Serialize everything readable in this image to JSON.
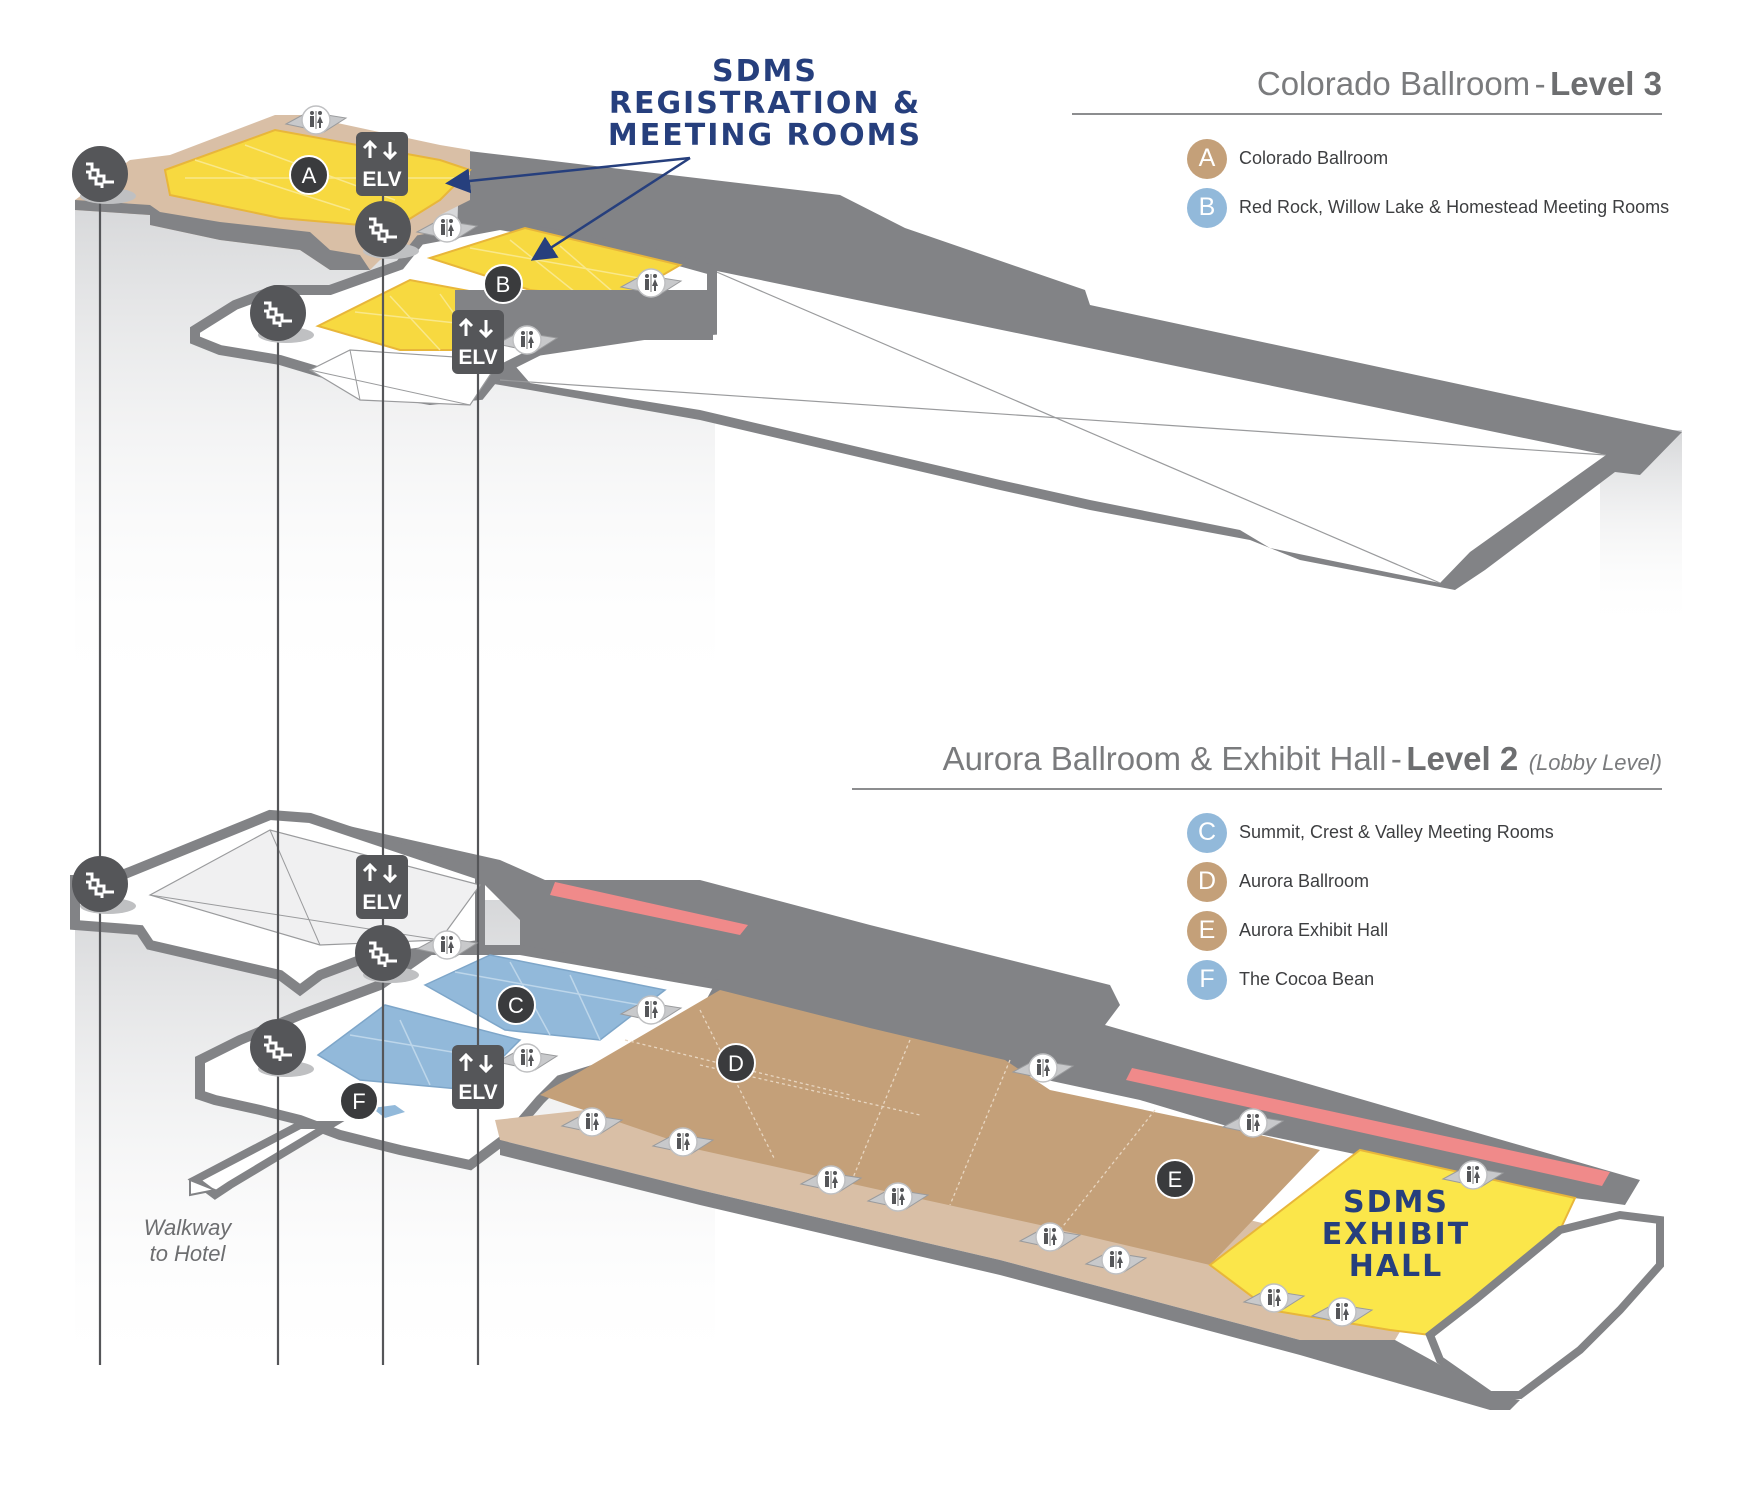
{
  "level3": {
    "name": "Colorado Ballroom",
    "separator": "-",
    "level": "Level 3",
    "legend": [
      {
        "letter": "A",
        "label": "Colorado Ballroom",
        "color": "#c4a079"
      },
      {
        "letter": "B",
        "label": "Red Rock, Willow Lake & Homestead Meeting Rooms",
        "color": "#92b9da"
      }
    ]
  },
  "level2": {
    "name": "Aurora Ballroom & Exhibit Hall",
    "separator": "-",
    "level": "Level 2",
    "note": "(Lobby Level)",
    "legend": [
      {
        "letter": "C",
        "label": "Summit, Crest & Valley Meeting Rooms",
        "color": "#92b9da"
      },
      {
        "letter": "D",
        "label": "Aurora Ballroom",
        "color": "#c4a079"
      },
      {
        "letter": "E",
        "label": "Aurora Exhibit Hall",
        "color": "#c4a079"
      },
      {
        "letter": "F",
        "label": "The Cocoa Bean",
        "color": "#92b9da"
      }
    ]
  },
  "callouts": {
    "registration": [
      "SDMS",
      "REGISTRATION &",
      "MEETING ROOMS"
    ],
    "exhibit": [
      "SDMS",
      "EXHIBIT",
      "HALL"
    ]
  },
  "walkway": [
    "Walkway",
    "to Hotel"
  ],
  "map_markers": {
    "elevator": [
      "ELV",
      "ELV",
      "ELV",
      "ELV"
    ],
    "rooms": [
      "A",
      "B",
      "C",
      "D",
      "E",
      "F"
    ]
  },
  "colors": {
    "wall_gray": "#828386",
    "ballroom_tan": "#c4a079",
    "corridor_tan": "#d8c0a6",
    "meeting_yellow": "#f7d940",
    "exhibit_yellow": "#fbe64a",
    "meeting_blue": "#92b9da",
    "accent_red": "#f08a8a",
    "marker_dark": "#555659",
    "callout_navy": "#263f7d"
  }
}
